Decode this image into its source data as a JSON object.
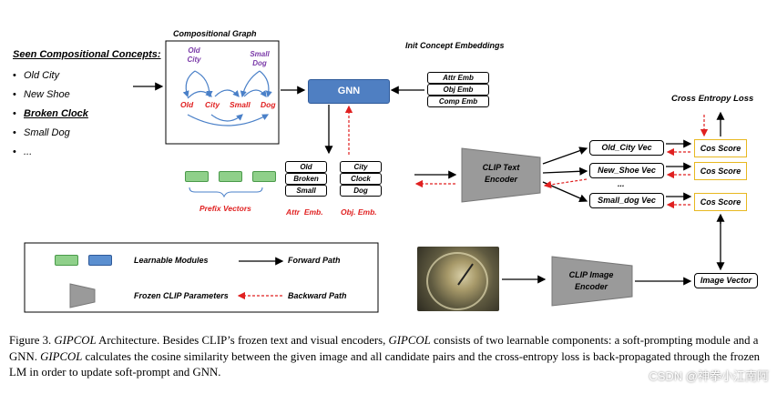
{
  "seen_concepts": {
    "title": "Seen Compositional Concepts:",
    "items": [
      "Old City",
      "New Shoe",
      "Broken Clock",
      "Small Dog",
      "..."
    ]
  },
  "graph": {
    "title": "Compositional Graph",
    "pair_nodes": [
      "Old City",
      "Small Dog"
    ],
    "primitive_nodes": [
      "Old",
      "City",
      "Small",
      "Dog"
    ]
  },
  "init_embeddings": {
    "title": "Init Concept Embeddings",
    "items": [
      "Attr Emb",
      "Obj Emb",
      "Comp Emb"
    ]
  },
  "gnn_label": "GNN",
  "attr_emb": {
    "items": [
      "Old",
      "Broken",
      "Small"
    ],
    "label": "Attr  Emb."
  },
  "obj_emb": {
    "items": [
      "City",
      "Clock",
      "Dog"
    ],
    "label": "Obj. Emb."
  },
  "prefix_label": "Prefix Vectors",
  "clip_text": "CLIP Text Encoder",
  "clip_image": "CLIP Image Encoder",
  "vectors": [
    "Old_City Vec",
    "New_Shoe Vec",
    "...",
    "Small_dog Vec"
  ],
  "cos_score": "Cos Score",
  "loss_label": "Cross Entropy Loss",
  "image_vector": "Image Vector",
  "legend": {
    "learnable": "Learnable Modules",
    "frozen": "Frozen CLIP Parameters",
    "forward": "Forward Path",
    "backward": "Backward Path"
  },
  "caption": {
    "fig": "Figure 3.",
    "name": "GIPCOL",
    "t1": " Architecture.  Besides CLIP’s frozen text and visual encoders, ",
    "t2": " consists of two learnable components:  a soft-prompting module and a GNN. ",
    "t3": " calculates the cosine similarity between the given image and all candidate pairs and the cross-entropy loss is back-propagated through the frozen LM in order to update soft-prompt and GNN."
  },
  "watermark": "CSDN @神拳小江南阿",
  "colors": {
    "gnn": "#4f7fc2",
    "learnable_green": "#8fd08a",
    "frozen_gray": "#9a9a9a",
    "cos_border": "#e8b820",
    "red": "#e02020",
    "purple": "#7a3aa8"
  }
}
